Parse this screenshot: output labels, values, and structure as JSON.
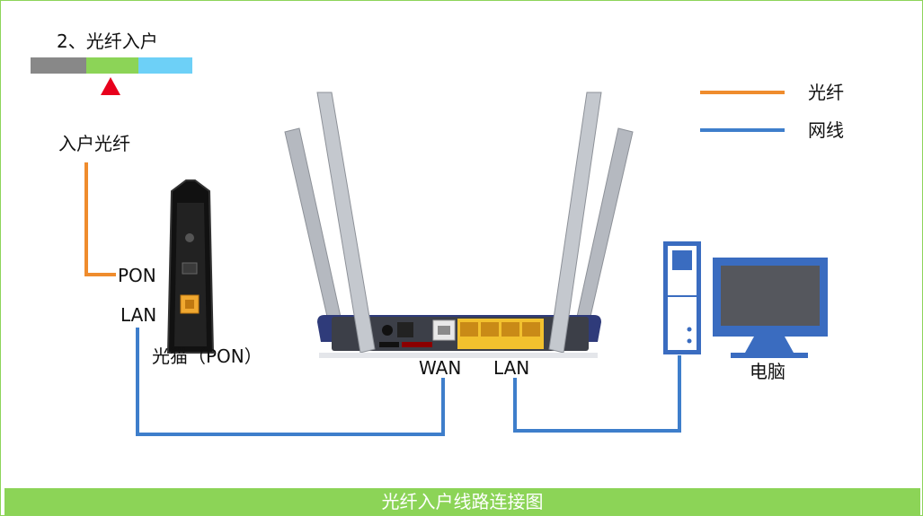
{
  "step": {
    "title": "2、光纤入户"
  },
  "progress": {
    "segments": [
      {
        "color": "#888888"
      },
      {
        "color": "#8cd457"
      },
      {
        "color": "#6dd0f7"
      }
    ],
    "active_index": 1,
    "indicator_color": "#e8001c"
  },
  "legend": {
    "items": [
      {
        "label": "光纤",
        "color": "#ef8c2d"
      },
      {
        "label": "网线",
        "color": "#3e7ecb"
      }
    ]
  },
  "labels": {
    "fiber_in": "入户光纤",
    "pon_port": "PON",
    "lan_port_modem": "LAN",
    "modem": "光猫（PON）",
    "wan_port": "WAN",
    "lan_port_router": "LAN",
    "computer": "电脑"
  },
  "colors": {
    "fiber": "#ef8c2d",
    "cable": "#3e7ecb",
    "accent_green": "#8cd457",
    "border": "#8dd45a"
  },
  "footer": {
    "caption": "光纤入户线路连接图"
  }
}
